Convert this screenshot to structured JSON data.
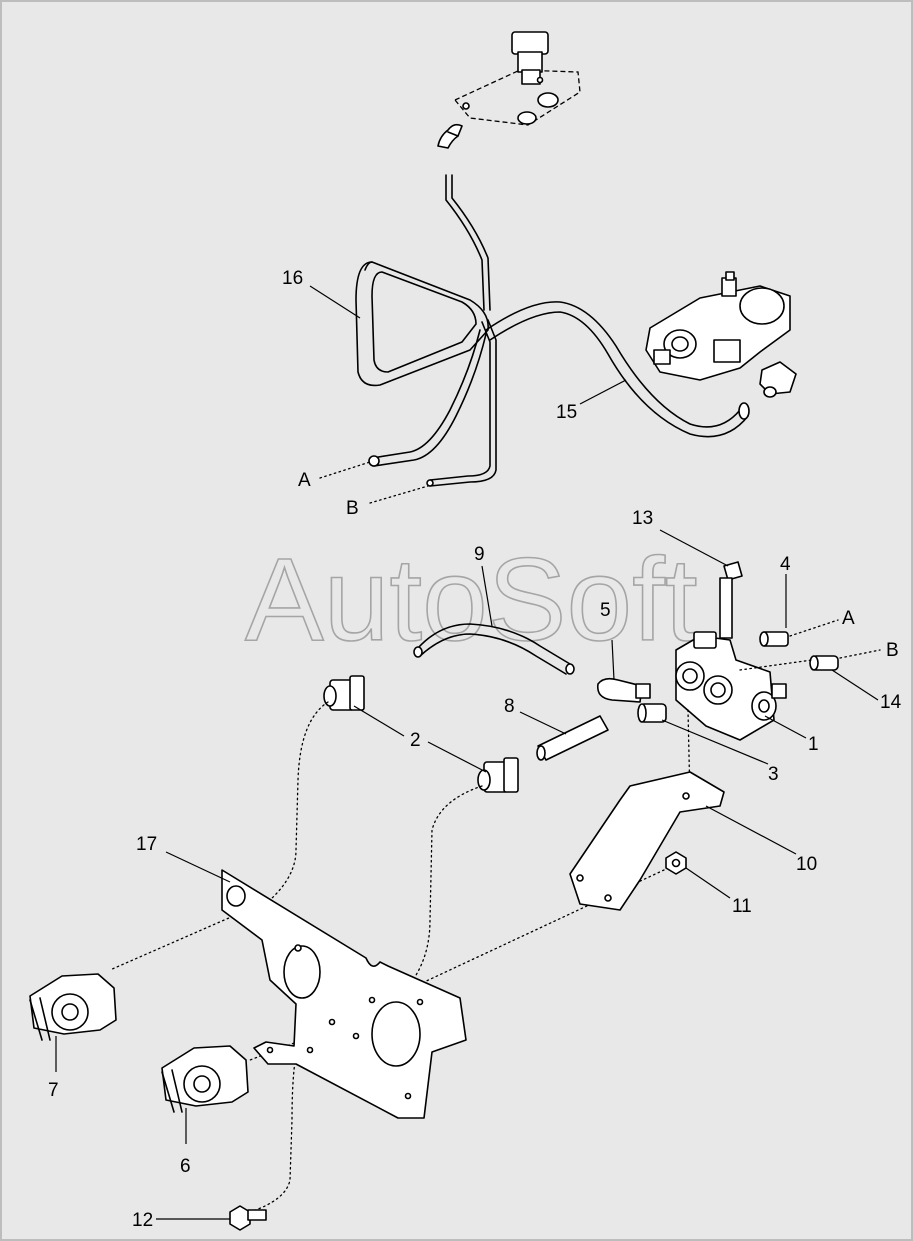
{
  "watermark": "AutoSoft",
  "callouts": {
    "c1": "1",
    "c2": "2",
    "c3": "3",
    "c4": "4",
    "c5": "5",
    "c6": "6",
    "c7": "7",
    "c8": "8",
    "c9": "9",
    "c10": "10",
    "c11": "11",
    "c12": "12",
    "c13": "13",
    "c14": "14",
    "c15": "15",
    "c16": "16",
    "c17": "17",
    "connA_top": "A",
    "connB_top": "B",
    "connA_right": "A",
    "connB_right": "B"
  }
}
